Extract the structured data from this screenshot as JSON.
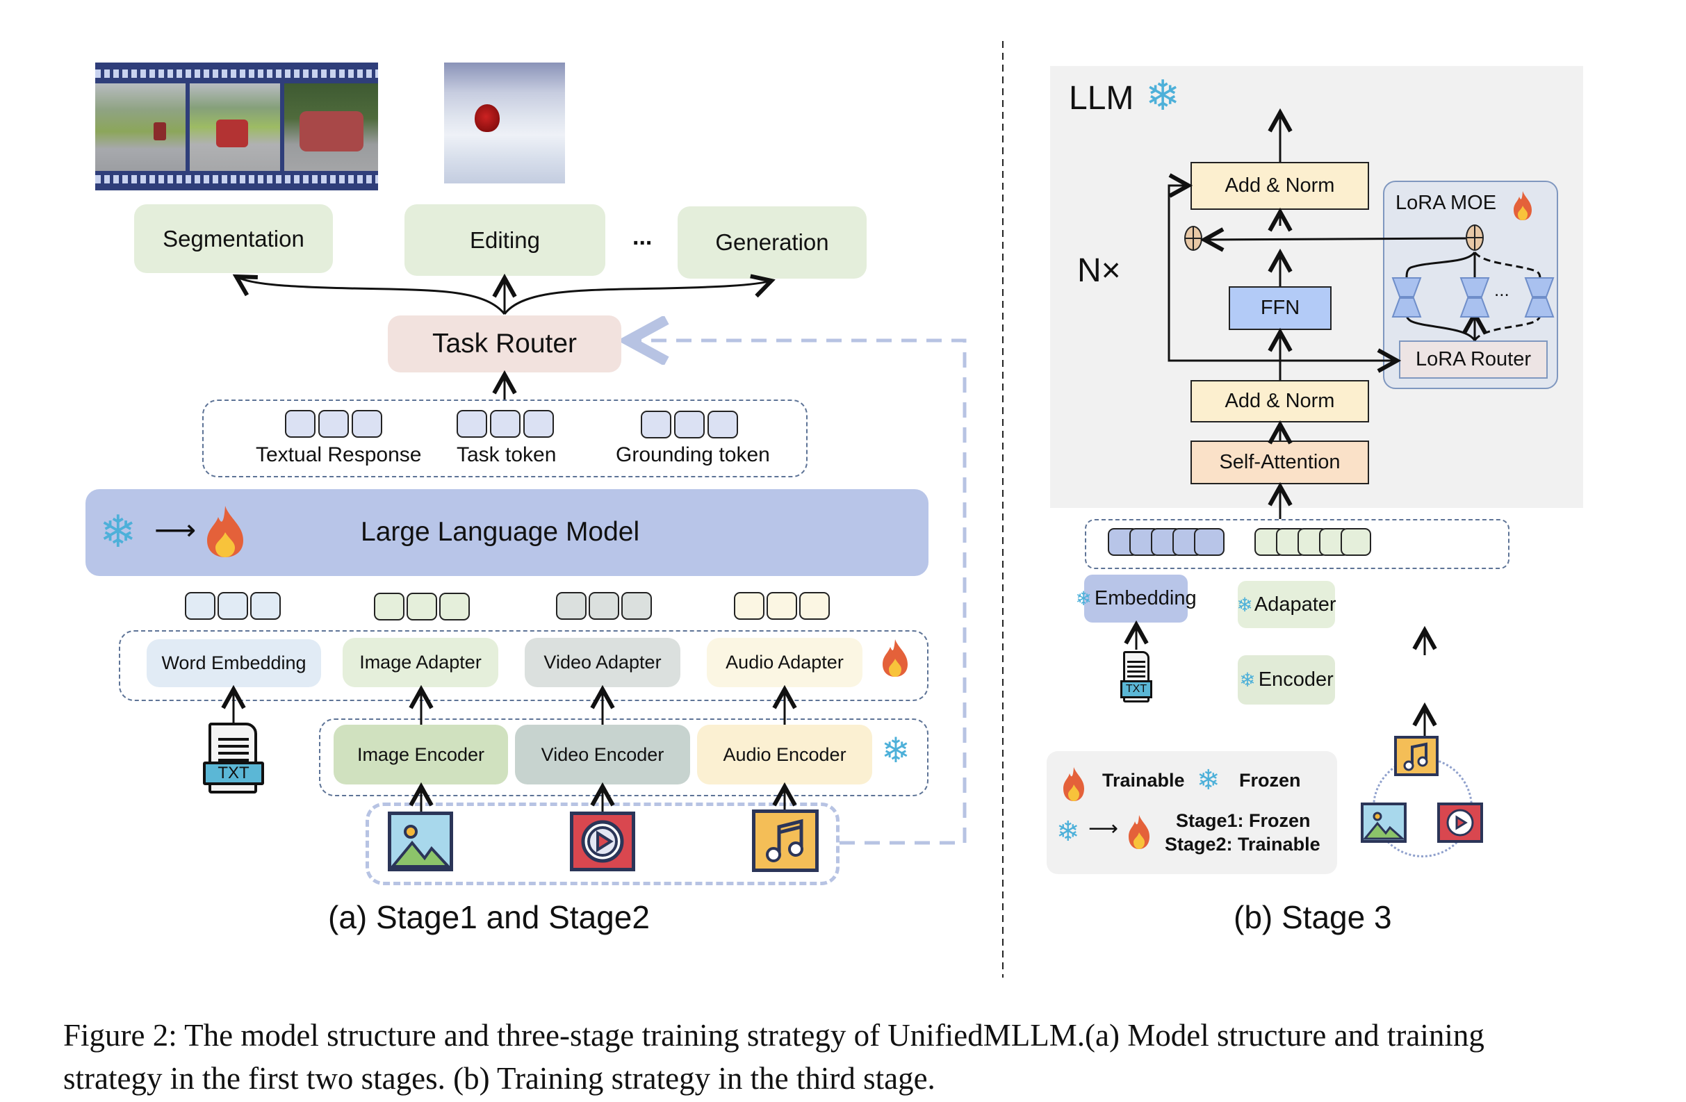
{
  "stage12": {
    "outputs": [
      "Segmentation",
      "Editing",
      "Generation"
    ],
    "ellipsis": "...",
    "task_router": "Task Router",
    "tokens": {
      "textual": "Textual Response",
      "task": "Task token",
      "grounding": "Grounding token"
    },
    "llm": "Large Language Model",
    "adapters": [
      "Word Embedding",
      "Image Adapter",
      "Video Adapter",
      "Audio Adapter"
    ],
    "encoders": [
      "Image Encoder",
      "Video Encoder",
      "Audio Encoder"
    ],
    "txt_icon_label": "TXT",
    "subcaption": "(a) Stage1 and Stage2"
  },
  "stage3": {
    "llm_title": "LLM",
    "repeat": "N×",
    "add_norm_top": "Add & Norm",
    "ffn": "FFN",
    "add_norm_bottom": "Add & Norm",
    "self_attention": "Self-Attention",
    "lora_moe": "LoRA MOE",
    "lora_dots": "...",
    "lora_router": "LoRA Router",
    "embedding": "Embedding",
    "adapter": "Adapater",
    "encoder": "Encoder",
    "txt_icon_label": "TXT",
    "legend": {
      "trainable": "Trainable",
      "frozen": "Frozen",
      "stage1": "Stage1: Frozen",
      "stage2": "Stage2: Trainable"
    },
    "subcaption": "(b) Stage 3"
  },
  "colors": {
    "output_green": "#e4eedb",
    "router_pink": "#f2e2de",
    "llm_blue": "#b8c5e8",
    "token_blue": "#dbe1f3",
    "word_emb": "#e1ebf5",
    "image_adapter": "#e5efdb",
    "video_adapter": "#dbe0de",
    "audio_adapter": "#fbf6e3",
    "image_encoder": "#d0e1bf",
    "video_encoder": "#c7d3cf",
    "audio_encoder": "#fbf0d2",
    "add_norm": "#fcefcf",
    "ffn": "#b3cbf7",
    "self_attention": "#fae1c8",
    "lora_panel": "#e1e6ef",
    "lora_router": "#ede4e4",
    "stage3_gray": "#f1f1f1"
  },
  "figure_caption": {
    "line1": "Figure 2: The model structure and three-stage training strategy of UnifiedMLLM.(a) Model structure and training",
    "line2": "strategy in the first two stages. (b) Training strategy in the third stage."
  }
}
